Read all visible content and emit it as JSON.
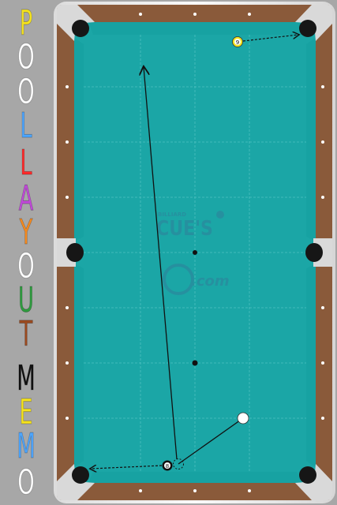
{
  "app": {
    "title_words": [
      {
        "word": "POOL",
        "letters": [
          {
            "ch": "P",
            "color": "#f5e31f"
          },
          {
            "ch": "O",
            "color": "#ffffff"
          },
          {
            "ch": "O",
            "color": "#ffffff"
          },
          {
            "ch": "L",
            "color": "#4da6ff"
          }
        ]
      },
      {
        "word": "LAYOUT",
        "letters": [
          {
            "ch": "L",
            "color": "#ff2a2a"
          },
          {
            "ch": "A",
            "color": "#c04ad8"
          },
          {
            "ch": "Y",
            "color": "#f58a1f"
          },
          {
            "ch": "O",
            "color": "#ffffff"
          },
          {
            "ch": "U",
            "color": "#2f9c3f"
          },
          {
            "ch": "T",
            "color": "#9b4a1f"
          }
        ]
      },
      {
        "word": "MEMO",
        "letters": [
          {
            "ch": "M",
            "color": "#111111"
          },
          {
            "ch": "E",
            "color": "#f5e31f"
          },
          {
            "ch": "M",
            "color": "#4da6ff"
          },
          {
            "ch": "O",
            "color": "#ffffff"
          }
        ]
      }
    ]
  },
  "table": {
    "cloth_color": "#1ba6a6",
    "rail_color": "#8a5a3a",
    "frame_color": "#f2f2f2",
    "watermark": {
      "small": "BILLIARD",
      "brand": "CUE'S",
      "suffix": ".com"
    }
  },
  "balls": [
    {
      "name": "cue-ball",
      "label": "",
      "color": "#ffffff"
    },
    {
      "name": "ball-9",
      "label": "9",
      "color": "#f5e31f"
    },
    {
      "name": "ball-8",
      "label": "8",
      "color": "#111111"
    }
  ],
  "colors": {
    "shot_line": "#111111"
  }
}
